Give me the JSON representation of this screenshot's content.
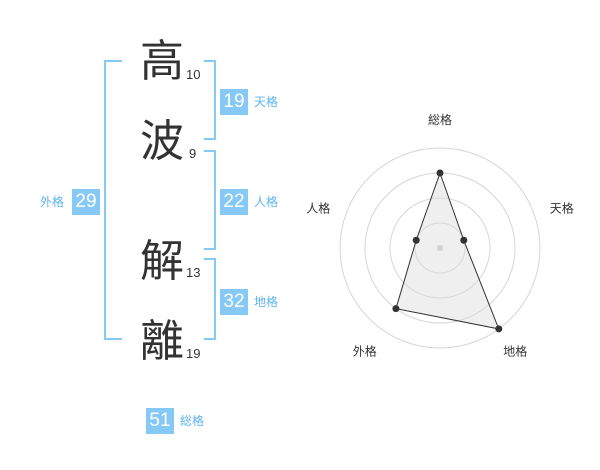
{
  "name": {
    "chars": [
      {
        "char": "高",
        "strokes": "10"
      },
      {
        "char": "波",
        "strokes": "9"
      },
      {
        "char": "解",
        "strokes": "13"
      },
      {
        "char": "離",
        "strokes": "19"
      }
    ]
  },
  "fortunes": {
    "tenkaku": {
      "value": "19",
      "label": "天格"
    },
    "jinkaku": {
      "value": "22",
      "label": "人格"
    },
    "chikaku": {
      "value": "32",
      "label": "地格"
    },
    "gaikaku": {
      "value": "29",
      "label": "外格"
    },
    "soukaku": {
      "value": "51",
      "label": "総格"
    }
  },
  "chart_data": {
    "type": "radar",
    "axes": [
      "総格",
      "天格",
      "地格",
      "外格",
      "人格"
    ],
    "rings": 4,
    "series": [
      {
        "values": [
          3,
          1,
          4,
          3,
          1
        ]
      }
    ],
    "max": 4
  }
}
